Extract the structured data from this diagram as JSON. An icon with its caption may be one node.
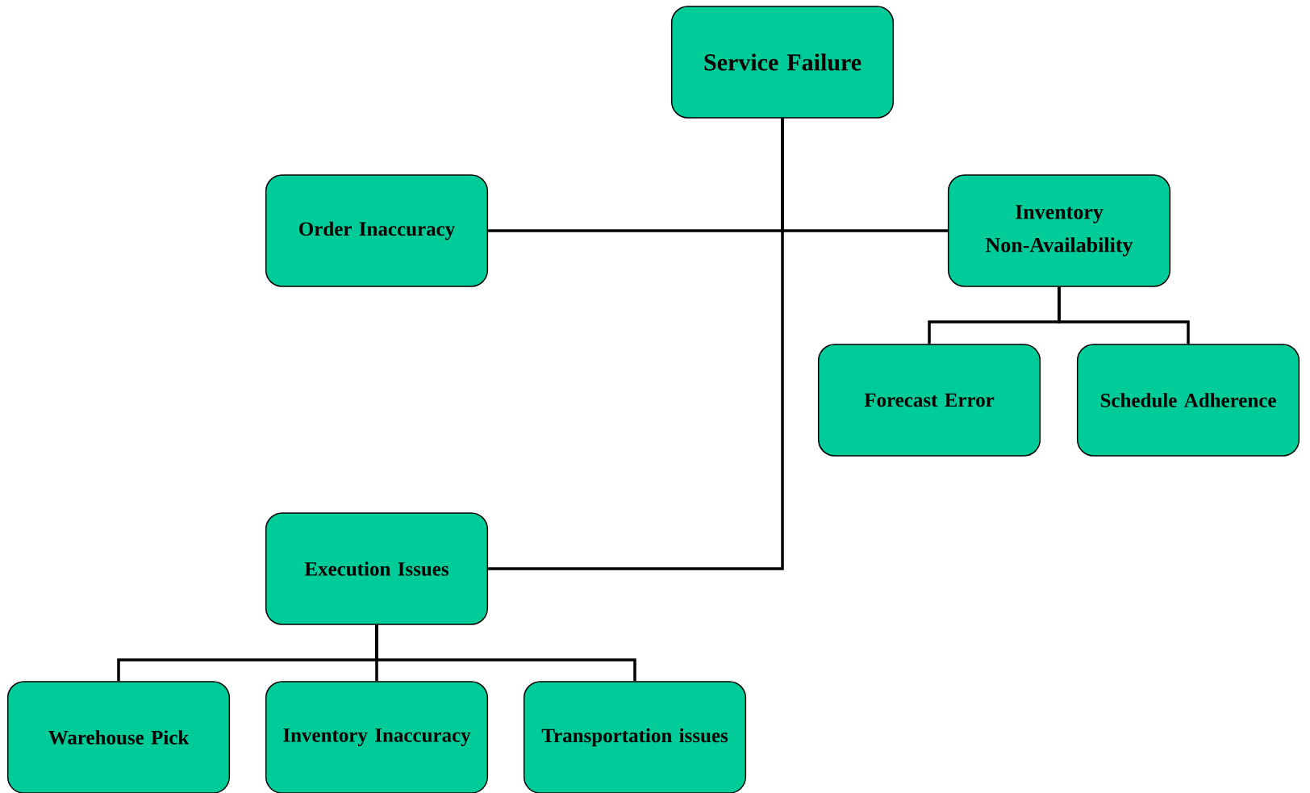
{
  "diagram": {
    "nodes": [
      {
        "text": [
          "Service Failure"
        ]
      },
      {
        "text": [
          "Order Inaccuracy"
        ]
      },
      {
        "text": [
          "Inventory Non-Availability"
        ]
      },
      {
        "text": [
          "Forecast Error"
        ]
      },
      {
        "text": [
          "Schedule Adherence"
        ]
      },
      {
        "text": [
          "Execution Issues"
        ]
      },
      {
        "text": [
          "Warehouse Pick"
        ]
      },
      {
        "text": [
          "Inventory Inaccuracy"
        ]
      },
      {
        "text": [
          "Transportation issues"
        ]
      }
    ],
    "edges": [
      {
        "from": 0,
        "to": 1,
        "arrow": "none"
      },
      {
        "from": 0,
        "to": 2,
        "arrow": "none"
      },
      {
        "from": 0,
        "to": 5,
        "arrow": "none"
      },
      {
        "from": 2,
        "to": 3,
        "arrow": "none"
      },
      {
        "from": 2,
        "to": 4,
        "arrow": "none"
      },
      {
        "from": 5,
        "to": 6,
        "arrow": "none"
      },
      {
        "from": 5,
        "to": 7,
        "arrow": "none"
      },
      {
        "from": 5,
        "to": 8,
        "arrow": "none"
      }
    ]
  }
}
